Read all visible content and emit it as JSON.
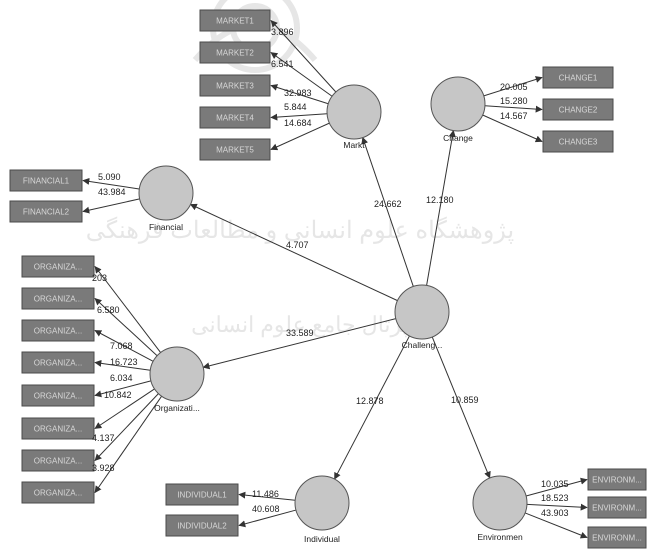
{
  "colors": {
    "indicator_fill": "#7a7a7a",
    "indicator_border": "#4a4a4a",
    "indicator_text": "#d8d8d8",
    "construct_fill": "#c6c6c6",
    "construct_border": "#555555",
    "arrow": "#333333",
    "watermark": "#e6e6e6"
  },
  "watermark": {
    "line1": "پژوهشگاه علوم انسانی و مطالعات فرهنگی",
    "line2": "پرتال جامع علوم انسانی"
  },
  "constructs": {
    "markt": {
      "label": "Markt"
    },
    "change": {
      "label": "Change"
    },
    "financial": {
      "label": "Financial"
    },
    "organization": {
      "label": "Organizati..."
    },
    "challenge": {
      "label": "Challeng..."
    },
    "individual": {
      "label": "Individual"
    },
    "environment": {
      "label": "Environmen"
    }
  },
  "paths": {
    "challenge_markt": "24.662",
    "challenge_change": "12.180",
    "challenge_financial": "4.707",
    "challenge_organization": "33.589",
    "challenge_individual": "12.878",
    "challenge_environment": "10.859"
  },
  "indicators": {
    "market": [
      {
        "label": "MARKET1",
        "value": "3.896"
      },
      {
        "label": "MARKET2",
        "value": "6.541"
      },
      {
        "label": "MARKET3",
        "value": "32.983"
      },
      {
        "label": "MARKET4",
        "value": "5.844"
      },
      {
        "label": "MARKET5",
        "value": "14.684"
      }
    ],
    "change": [
      {
        "label": "CHANGE1",
        "value": "20.005"
      },
      {
        "label": "CHANGE2",
        "value": "15.280"
      },
      {
        "label": "CHANGE3",
        "value": "14.567"
      }
    ],
    "financial": [
      {
        "label": "FINANCIAL1",
        "value": "5.090"
      },
      {
        "label": "FINANCIAL2",
        "value": "43.984"
      }
    ],
    "organization": [
      {
        "label": "ORGANIZA...",
        "value": "203"
      },
      {
        "label": "ORGANIZA...",
        "value": "6.580"
      },
      {
        "label": "ORGANIZA...",
        "value": "7.068"
      },
      {
        "label": "ORGANIZA...",
        "value": "16.723"
      },
      {
        "label": "ORGANIZA...",
        "value": "6.034"
      },
      {
        "label": "ORGANIZA...",
        "value": "10.842"
      },
      {
        "label": "ORGANIZA...",
        "value": "4.137"
      },
      {
        "label": "ORGANIZA...",
        "value": "3.928"
      }
    ],
    "individual": [
      {
        "label": "INDIVIDUAL1",
        "value": "11.486"
      },
      {
        "label": "INDIVIDUAL2",
        "value": "40.608"
      }
    ],
    "environment": [
      {
        "label": "ENVIRONM...",
        "value": "10.035"
      },
      {
        "label": "ENVIRONM...",
        "value": "18.523"
      },
      {
        "label": "ENVIRONM...",
        "value": "43.903"
      }
    ]
  }
}
